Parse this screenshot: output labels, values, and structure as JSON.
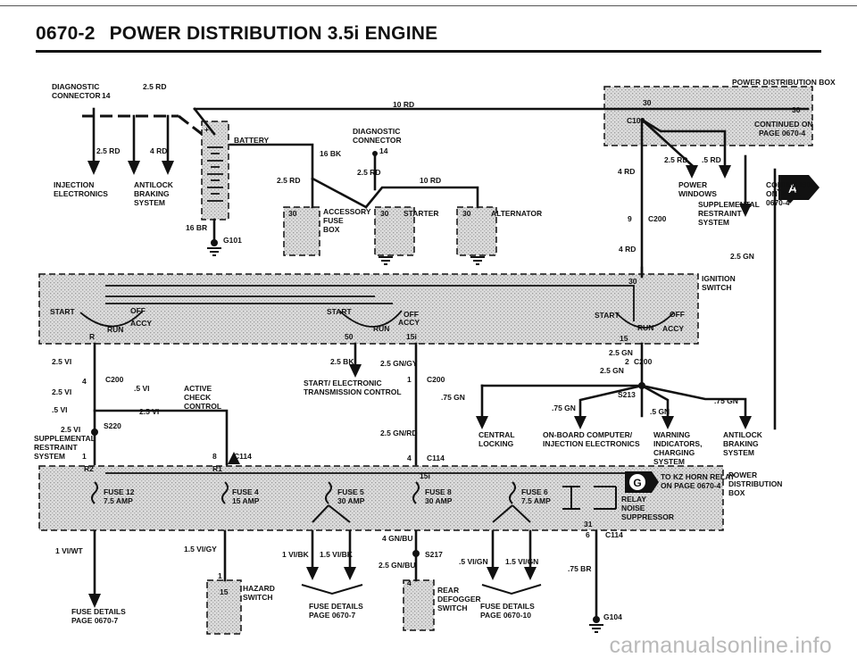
{
  "header": {
    "page_number": "0670-2",
    "title": "POWER DISTRIBUTION 3.5i ENGINE"
  },
  "watermark": "carmanualsonline.info",
  "colors": {
    "ink": "#111111",
    "box_fill": "#d4d4d4",
    "badge_fill": "#ffffff"
  },
  "labels": {
    "diag_conn_tl_1": "DIAGNOSTIC",
    "diag_conn_tl_2": "CONNECTOR",
    "pin_14a": "14",
    "w_25rd_a": "2.5 RD",
    "w_10rd_top": "10 RD",
    "pdb_title": "POWER DISTRIBUTION BOX",
    "pin_30a": "30",
    "pin_30b": "30",
    "cont_on_1": "CONTINUED ON",
    "cont_on_2": "PAGE 0670-4",
    "c_109": "C109",
    "w_25rd_b": "2.5 RD",
    "w_4rd_a": "4 RD",
    "batt_plus": "+",
    "battery": "BATTERY",
    "w_16bk": "16 BK",
    "diag_conn_c_1": "DIAGNOSTIC",
    "diag_conn_c_2": "CONNECTOR",
    "pin_14b": "14",
    "w_25rd_c": "2.5 RD",
    "w_25rd_d": "2.5 RD",
    "w_5rd": ".5 RD",
    "w_4rd_b": "4 RD",
    "power_windows_1": "POWER",
    "power_windows_2": "WINDOWS",
    "badge_a": "A",
    "cont_on_r_1": "CONTINUED",
    "cont_on_r_2": "ON PAGE",
    "cont_on_r_3": "0670-4",
    "inj_1": "INJECTION",
    "inj_2": "ELECTRONICS",
    "abs_1": "ANTILOCK",
    "abs_2": "BRAKING",
    "abs_3": "SYSTEM",
    "w_25rd_e": "2.5 RD",
    "w_10rd_mid": "10 RD",
    "srs_r_1": "SUPPLEMENTAL",
    "srs_r_2": "RESTRAINT",
    "srs_r_3": "SYSTEM",
    "pin_9": "9",
    "c200_r": "C200",
    "pin_30c": "30",
    "accessory": "ACCESSORY",
    "fuse_l": "FUSE",
    "box_l": "BOX",
    "pin_30d": "30",
    "starter": "STARTER",
    "pin_30e": "30",
    "alternator": "ALTERNATOR",
    "w_16br": "16 BR",
    "g101": "G101",
    "w_4rd_c": "4 RD",
    "w_25gn_r": "2.5 GN",
    "pin_30f": "30",
    "ign_1": "IGNITION",
    "ign_2": "SWITCH",
    "start_l": "START",
    "off_l": "OFF",
    "accy_l": "ACCY",
    "run_l": "RUN",
    "r_l": "R",
    "start_c": "START",
    "off_c": "OFF",
    "accy_c": "ACCY",
    "run_c": "RUN",
    "pin_50": "50",
    "pin_15i": "15i",
    "start_r": "START",
    "off_r": "OFF",
    "run_r": "RUN",
    "accy_r": "ACCY",
    "pin_15": "15",
    "w_25vi_a": "2.5 VI",
    "w_25bk": "2.5 BK",
    "w_25gny": "2.5 GN/GY",
    "w_25gn_c1": "2.5 GN",
    "pin_2": "2",
    "c200_c": "C200",
    "w_25gn_c2": "2.5 GN",
    "pin_4a": "4",
    "c200_l": "C200",
    "w_25vi_b": "2.5 VI",
    "w_5vi_a": ".5 VI",
    "active_1": "ACTIVE",
    "active_2": "CHECK",
    "active_3": "CONTROL",
    "pin_1a": "1",
    "c200_m": "C200",
    "start_tx_1": "START/ ELECTRONIC",
    "start_tx_2": "TRANSMISSION CONTROL",
    "w_75gn_a": ".75 GN",
    "s213": "S213",
    "w_75gn_b": ".75 GN",
    "w_75gn_c": ".75 GN",
    "w_5gn": ".5 GN",
    "w_5vi_b": ".5 VI",
    "w_25vi_c": "2.5 VI",
    "s220": "S220",
    "w_25vi_d": "2.5 VI",
    "w_25gnrd": "2.5 GN/RD",
    "central_1": "CENTRAL",
    "central_2": "LOCKING",
    "obc_1": "ON-BOARD COMPUTER/",
    "obc_2": "INJECTION ELECTRONICS",
    "warn_1": "WARNING",
    "warn_2": "INDICATORS,",
    "warn_3": "CHARGING",
    "warn_4": "SYSTEM",
    "abs_b_1": "ANTILOCK",
    "abs_b_2": "BRAKING",
    "abs_b_3": "SYSTEM",
    "srs_l_1": "SUPPLEMENTAL",
    "srs_l_2": "RESTRAINT",
    "srs_l_3": "SYSTEM",
    "pin_1b": "1",
    "pin_8": "8",
    "c114_a": "C114",
    "pin_4b": "4",
    "c114_b": "C114",
    "pin_r2": "R2",
    "pin_r1": "R1",
    "pin_15i_b": "15i",
    "kz_1": "TO KZ HORN RELAY",
    "kz_2": "ON PAGE 0670-4",
    "badge_g": "G",
    "pdb_b_1": "POWER",
    "pdb_b_2": "DISTRIBUTION",
    "pdb_b_3": "BOX",
    "fuse12": "FUSE 12",
    "amp75a": "7.5 AMP",
    "fuse4": "FUSE 4",
    "amp15": "15 AMP",
    "fuse5": "FUSE 5",
    "amp30a": "30 AMP",
    "fuse8": "FUSE 8",
    "amp30b": "30 AMP",
    "fuse6": "FUSE 6",
    "amp75b": "7.5 AMP",
    "relay": "RELAY",
    "noise_1": "NOISE",
    "noise_2": "SUPPRESSOR",
    "pin_31": "31",
    "pin_6": "6",
    "c114_c": "C114",
    "w_1viwt": "1 VI/WT",
    "w_15vigy": "1.5 VI/GY",
    "w_1vibk": "1 VI/BK",
    "w_15vibk": "1.5 VI/BK",
    "w_4gnbu": "4 GN/BU",
    "s217": "S217",
    "w_25gnbu": "2.5 GN/BU",
    "w_5vign": ".5 VI/GN",
    "w_15vign": "1.5 VI/GN",
    "w_75br": ".75 BR",
    "pin_1c": "1",
    "pin_15h": "15",
    "hazard_1": "HAZARD",
    "hazard_2": "SWITCH",
    "pin_4c": "4",
    "rear_1": "REAR",
    "rear_2": "DEFOGGER",
    "rear_3": "SWITCH",
    "fd_l_1": "FUSE DETAILS",
    "fd_l_2": "PAGE 0670-7",
    "fd_r_1": "FUSE DETAILS",
    "fd_r_2": "PAGE 0670-10",
    "fd_bl_1": "FUSE DETAILS",
    "fd_bl_2": "PAGE 0670-7",
    "g104": "G104"
  }
}
